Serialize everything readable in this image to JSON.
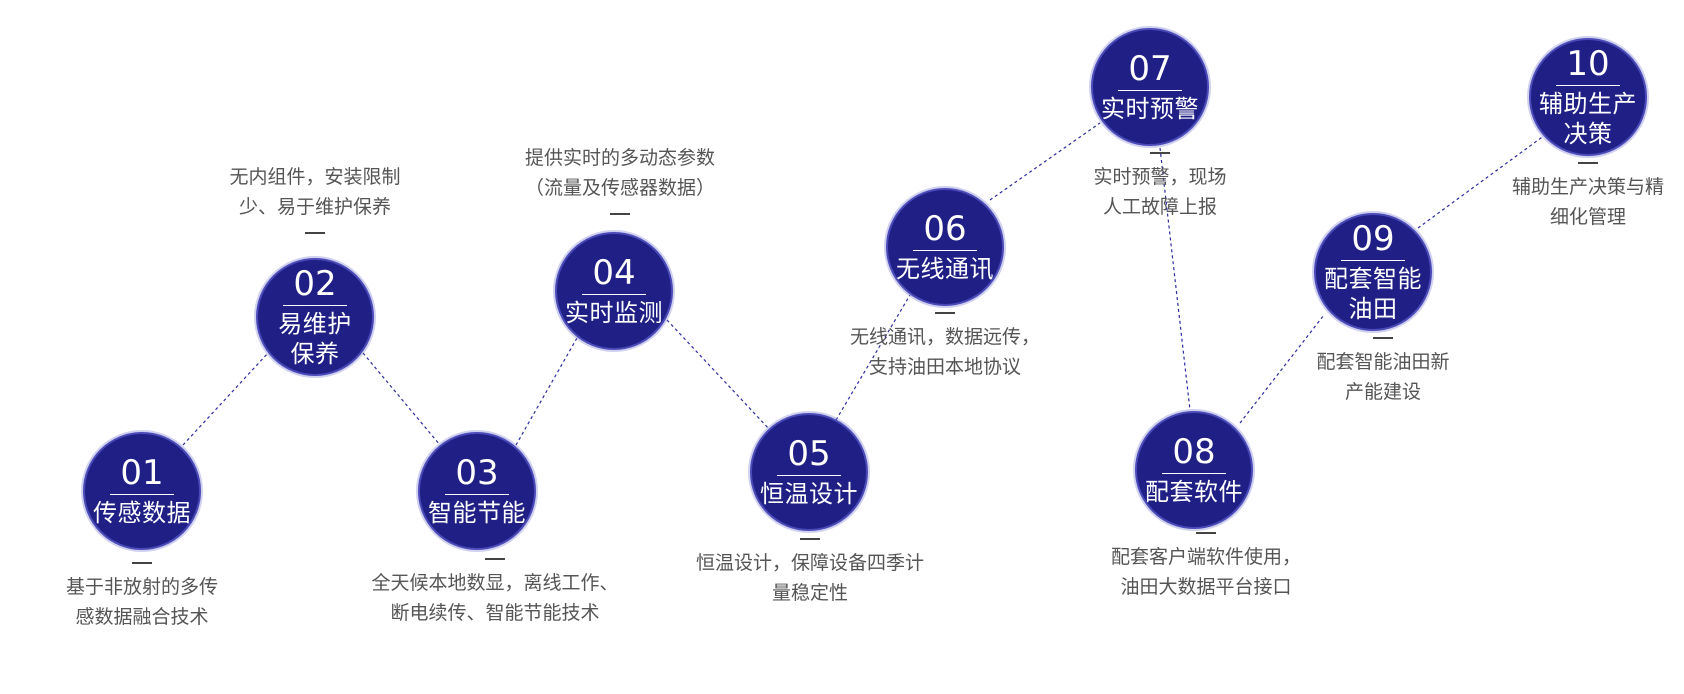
{
  "nodes": [
    {
      "num": "01",
      "name": "传感数据",
      "desc": [
        "基于非放射的多传",
        "感数据融合技术"
      ]
    },
    {
      "num": "02",
      "name": "易维护\n保养",
      "desc": [
        "无内组件，安装限制",
        "少、易于维护保养"
      ]
    },
    {
      "num": "03",
      "name": "智能节能",
      "desc": [
        "全天候本地数显，离线工作、",
        "断电续传、智能节能技术"
      ]
    },
    {
      "num": "04",
      "name": "实时监测",
      "desc": [
        "提供实时的多动态参数",
        "（流量及传感器数据）"
      ]
    },
    {
      "num": "05",
      "name": "恒温设计",
      "desc": [
        "恒温设计，保障设备四季计",
        "量稳定性"
      ]
    },
    {
      "num": "06",
      "name": "无线通讯",
      "desc": [
        "无线通讯，数据远传，",
        "支持油田本地协议"
      ]
    },
    {
      "num": "07",
      "name": "实时预警",
      "desc": [
        "实时预警，现场",
        "人工故障上报"
      ]
    },
    {
      "num": "08",
      "name": "配套软件",
      "desc": [
        "配套客户端软件使用，",
        "油田大数据平台接口"
      ]
    },
    {
      "num": "09",
      "name": "配套智能\n油田",
      "desc": [
        "配套智能油田新",
        "产能建设"
      ]
    },
    {
      "num": "10",
      "name": "辅助生产\n决策",
      "desc": [
        "辅助生产决策与精",
        "细化管理"
      ]
    }
  ],
  "colors": {
    "node_fill": "#1f1f86",
    "connector": "#2b2ba0",
    "text": "#555555"
  }
}
